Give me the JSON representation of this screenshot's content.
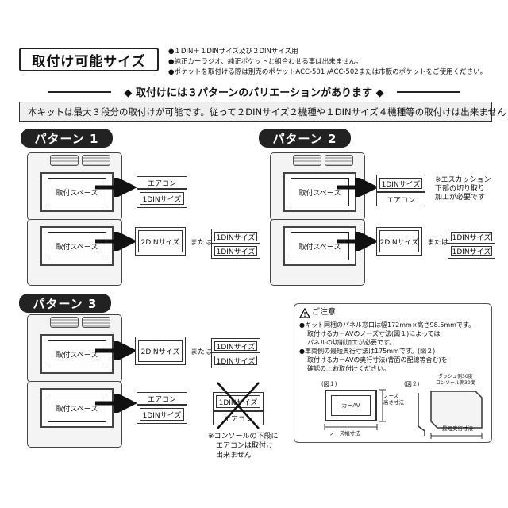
{
  "title": "取付け可能サイズ",
  "notes": [
    "●１DIN＋１DINサイズ及び２DINサイズ用",
    "●純正カーラジオ、純正ポケットと組合わせる事は出来ません。",
    "●ポケットを取付ける際は別売のポケットACC-501 /ACC-502または市販のポケットをご使用ください。"
  ],
  "heading": "◆ 取付けには３パターンのバリエーションがあります ◆",
  "band_text": "本キットは最大３段分の取付けが可能です。従って２DINサイズ２機種や１DINサイズ４機種等の取付けは出来ません",
  "patterns": [
    {
      "label": "パターン 1",
      "upper": {
        "space": "取付スペース",
        "units": [
          "エアコン",
          "1DINサイズ"
        ]
      },
      "lower": {
        "space": "取付スペース",
        "unit": "2DINサイズ",
        "or": "または",
        "alt": [
          "1DINサイズ",
          "1DINサイズ"
        ]
      }
    },
    {
      "label": "パターン 2",
      "upper": {
        "space": "取付スペース",
        "units": [
          "1DINサイズ",
          "エアコン"
        ],
        "note": [
          "※エスカッション",
          "下部の切り取り",
          "加工が必要です"
        ]
      },
      "lower": {
        "space": "取付スペース",
        "unit": "2DINサイズ",
        "or": "または",
        "alt": [
          "1DINサイズ",
          "1DINサイズ"
        ]
      }
    },
    {
      "label": "パターン 3",
      "upper": {
        "space": "取付スペース",
        "unit": "2DINサイズ",
        "or": "または",
        "alt": [
          "1DINサイズ",
          "1DINサイズ"
        ]
      },
      "lower": {
        "space": "取付スペース",
        "units": [
          "エアコン",
          "1DINサイズ"
        ],
        "crossed": [
          "1DINサイズ",
          "エアコン"
        ],
        "note": [
          "※コンソールの下段に",
          "エアコンは取付け",
          "出来ません"
        ]
      }
    }
  ],
  "caution": {
    "title": "ご注意",
    "lines": [
      "●キット同梱のパネル窓口は幅172mm×高さ98.5mmです。",
      "取付けるカーAVのノーズ寸法(図１)によっては",
      "パネルの切削加工が必要です。",
      "●車両側の最短奥行寸法は175mmです。(図２)",
      "取付けるカーAVの奥行寸法(背面の配線等含む)を",
      "確認の上お取付けください。"
    ],
    "fig1": "(図１)",
    "fig2": "(図２)",
    "fig1_body": "カーAV",
    "fig1_height": [
      "ノーズ",
      "高さ寸法"
    ],
    "fig1_width": "ノーズ幅寸法",
    "fig2_label": [
      "ダッシュ側30度",
      "コンソール側30度"
    ],
    "fig2_depth": "最短奥行寸法"
  }
}
